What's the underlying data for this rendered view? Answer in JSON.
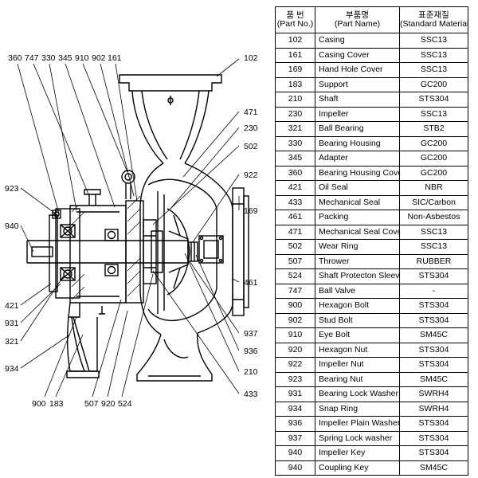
{
  "diagram": {
    "callouts_top": [
      "360",
      "747",
      "330",
      "345",
      "910",
      "902",
      "161"
    ],
    "callouts": {
      "p102": "102",
      "p471": "471",
      "p230": "230",
      "p502": "502",
      "p922": "922",
      "p169": "169",
      "p461": "461",
      "p937": "937",
      "p936": "936",
      "p210": "210",
      "p433": "433",
      "p923": "923",
      "p940": "940",
      "p421": "421",
      "p931": "931",
      "p321": "321",
      "p934": "934",
      "p900": "900",
      "p183": "183",
      "p507": "507",
      "p920": "920",
      "p524": "524"
    }
  },
  "table": {
    "headers": [
      {
        "ko": "품 번",
        "en": "(Part No.)"
      },
      {
        "ko": "부품명",
        "en": "(Part Name)"
      },
      {
        "ko": "표준재질",
        "en": "(Standard Material)"
      }
    ],
    "rows": [
      {
        "no": "102",
        "name": "Casing",
        "material": "SSC13"
      },
      {
        "no": "161",
        "name": "Casing Cover",
        "material": "SSC13"
      },
      {
        "no": "169",
        "name": "Hand Hole Cover",
        "material": "SSC13"
      },
      {
        "no": "183",
        "name": "Support",
        "material": "GC200"
      },
      {
        "no": "210",
        "name": "Shaft",
        "material": "STS304"
      },
      {
        "no": "230",
        "name": "Impeller",
        "material": "SSC13"
      },
      {
        "no": "321",
        "name": "Ball Bearing",
        "material": "STB2"
      },
      {
        "no": "330",
        "name": "Bearing Housing",
        "material": "GC200"
      },
      {
        "no": "345",
        "name": "Adapter",
        "material": "GC200"
      },
      {
        "no": "360",
        "name": "Bearing Housing Cover",
        "material": "GC200"
      },
      {
        "no": "421",
        "name": "Oil Seal",
        "material": "NBR"
      },
      {
        "no": "433",
        "name": "Mechanical Seal",
        "material": "SIC/Carbon"
      },
      {
        "no": "461",
        "name": "Packing",
        "material": "Non-Asbestos"
      },
      {
        "no": "471",
        "name": "Mechanical Seal Cover",
        "material": "SSC13"
      },
      {
        "no": "502",
        "name": "Wear Ring",
        "material": "SSC13"
      },
      {
        "no": "507",
        "name": "Thrower",
        "material": "RUBBER"
      },
      {
        "no": "524",
        "name": "Shaft Protecton Sleeve",
        "material": "STS304"
      },
      {
        "no": "747",
        "name": "Ball Valve",
        "material": "-"
      },
      {
        "no": "900",
        "name": "Hexagon Bolt",
        "material": "STS304"
      },
      {
        "no": "902",
        "name": "Stud Bolt",
        "material": "STS304"
      },
      {
        "no": "910",
        "name": "Eye Bolt",
        "material": "SM45C"
      },
      {
        "no": "920",
        "name": "Hexagon Nut",
        "material": "STS304"
      },
      {
        "no": "922",
        "name": "Impeller Nut",
        "material": "STS304"
      },
      {
        "no": "923",
        "name": "Bearing Nut",
        "material": "SM45C"
      },
      {
        "no": "931",
        "name": "Bearing Lock Washer",
        "material": "SWRH4"
      },
      {
        "no": "934",
        "name": "Snap Ring",
        "material": "SWRH4"
      },
      {
        "no": "936",
        "name": "Impeller Plain Washer",
        "material": "STS304"
      },
      {
        "no": "937",
        "name": "Spring Lock washer",
        "material": "STS304"
      },
      {
        "no": "940",
        "name": "Impeller Key",
        "material": "STS304"
      },
      {
        "no": "940",
        "name": "Coupling Key",
        "material": "SM45C"
      }
    ]
  }
}
